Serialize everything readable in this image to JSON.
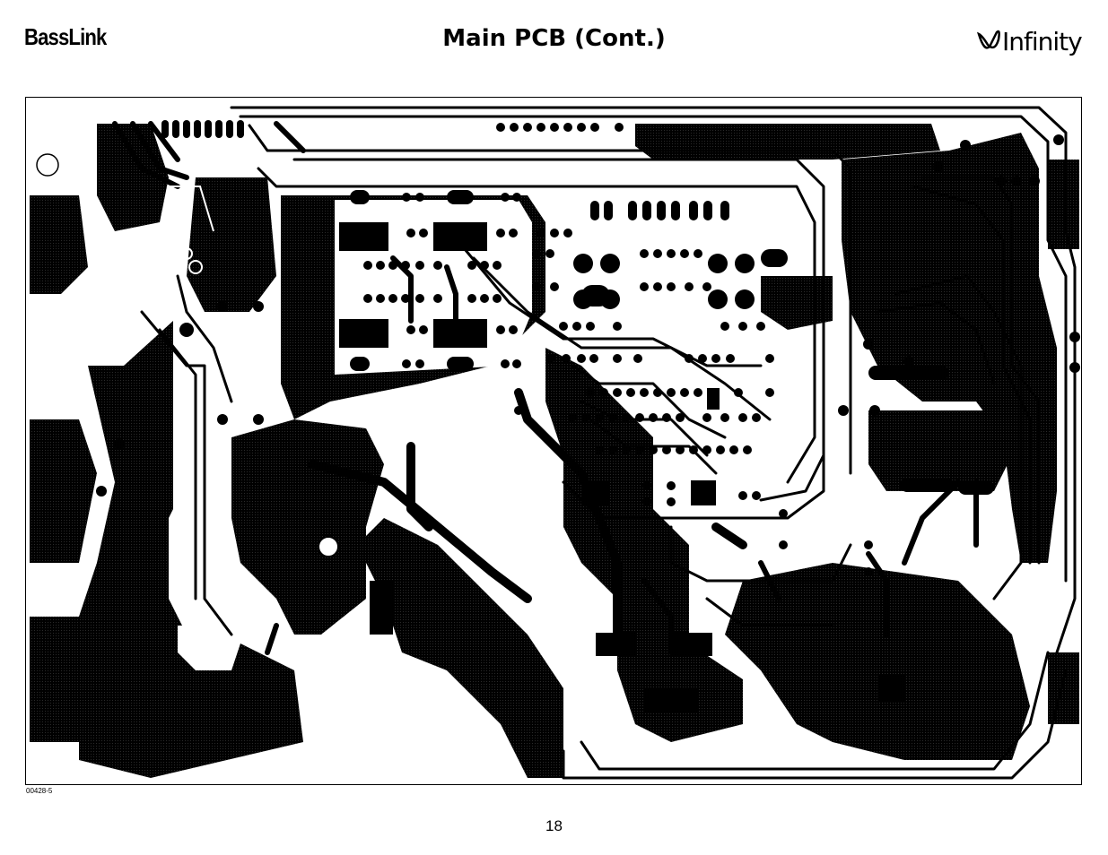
{
  "header": {
    "brand_left": "BassLink",
    "title": "Main PCB (Cont.)",
    "logo_text": "Infinity"
  },
  "figure": {
    "code": "00428-5"
  },
  "footer": {
    "page_number": "18"
  },
  "icons": {
    "logo": "infinity-logo-icon",
    "pcb": "pcb-layout-diagram-icon"
  }
}
